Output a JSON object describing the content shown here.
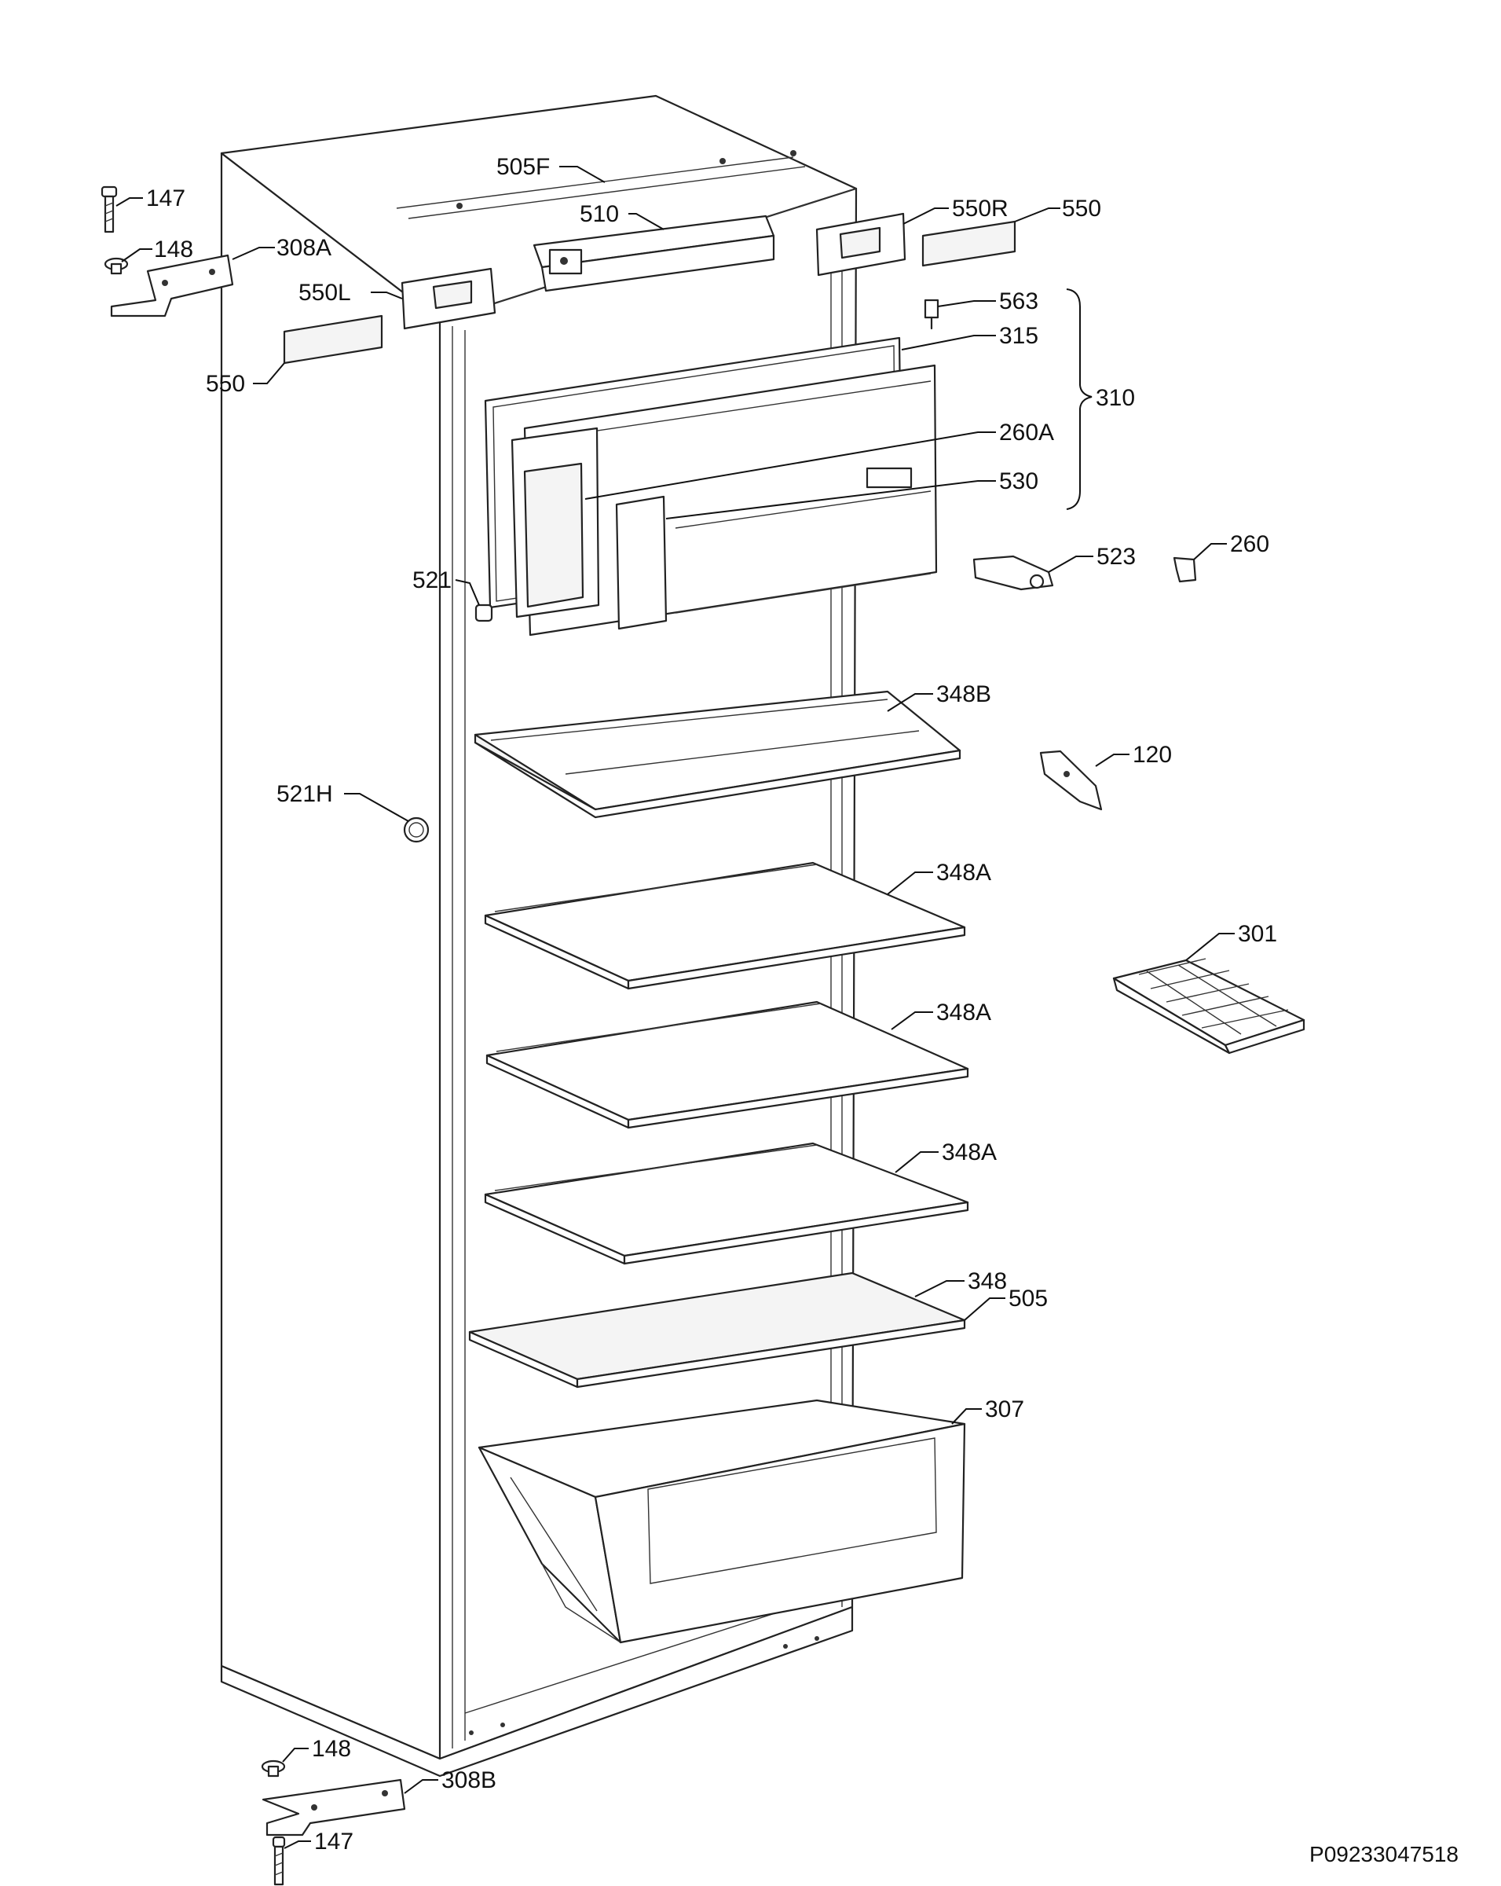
{
  "reference_code": "P09233047518",
  "labels": {
    "l505F": "505F",
    "l510": "510",
    "l550R": "550R",
    "l550_right": "550",
    "l147_top": "147",
    "l148_top": "148",
    "l308A": "308A",
    "l550L": "550L",
    "l550_left": "550",
    "l563": "563",
    "l315": "315",
    "l310": "310",
    "l260A": "260A",
    "l530": "530",
    "l521": "521",
    "l523": "523",
    "l260": "260",
    "l348B": "348B",
    "l120": "120",
    "l521H": "521H",
    "l348A_1": "348A",
    "l301": "301",
    "l348A_2": "348A",
    "l348A_3": "348A",
    "l348": "348",
    "l505": "505",
    "l307": "307",
    "l148_bottom": "148",
    "l308B": "308B",
    "l147_bottom": "147"
  }
}
